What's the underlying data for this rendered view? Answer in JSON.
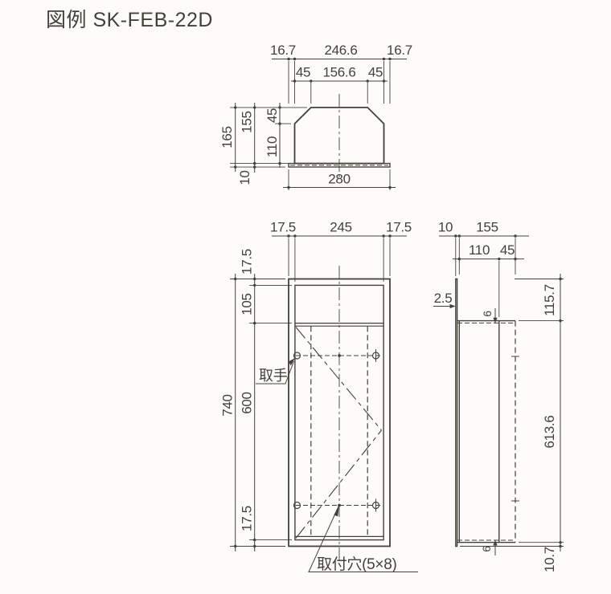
{
  "title": "図例 SK-FEB-22D",
  "colors": {
    "line": "#46403a",
    "background": "#fdfcfa"
  },
  "top_view": {
    "dim_top_row1": [
      "16.7",
      "246.6",
      "16.7"
    ],
    "dim_top_row2": [
      "45",
      "156.6",
      "45"
    ],
    "dim_left": [
      "165",
      "155",
      "45",
      "110",
      "10"
    ],
    "dim_bottom": "280"
  },
  "front_view": {
    "dim_top": [
      "17.5",
      "245",
      "17.5"
    ],
    "dim_left_outer": "740",
    "dim_left_inner": [
      "17.5",
      "105",
      "600",
      "17.5"
    ],
    "label_handle": "取手",
    "label_mount_hole": "取付穴(5×8)"
  },
  "side_view": {
    "dim_top_row1": [
      "10",
      "155"
    ],
    "dim_top_row2": [
      "110",
      "45"
    ],
    "dim_thickness": "2.5",
    "dim_right": [
      "115.7",
      "613.6",
      "10.7"
    ],
    "dim_gap_top": "6",
    "dim_gap_bottom": "6"
  }
}
